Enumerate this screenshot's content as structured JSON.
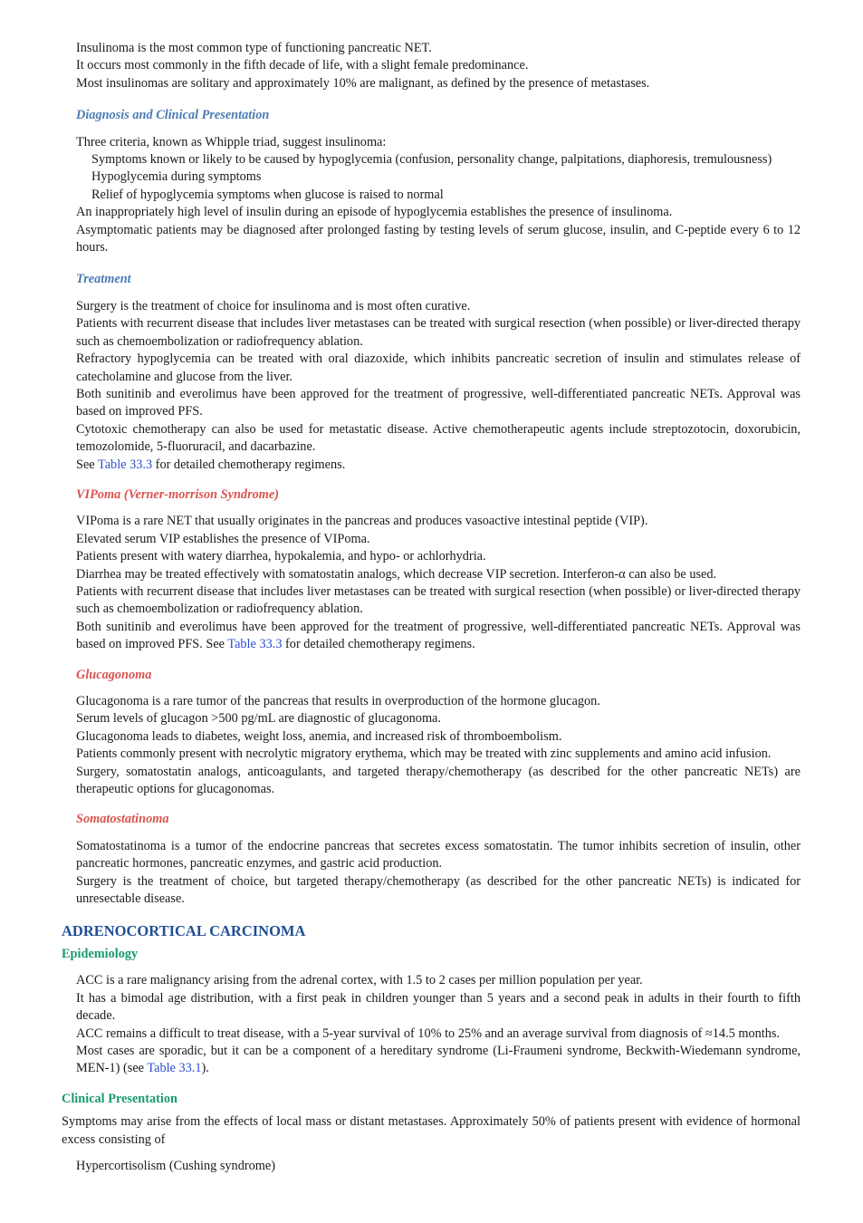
{
  "insulinoma": {
    "intro": [
      "Insulinoma is the most common type of functioning pancreatic NET.",
      "It occurs most commonly in the fifth decade of life, with a slight female predominance.",
      "Most insulinomas are solitary and approximately 10% are malignant, as defined by the presence of metastases."
    ],
    "diag_heading": "Diagnosis and Clinical Presentation",
    "diag_lead": "Three criteria, known as Whipple triad, suggest insulinoma:",
    "triad": [
      "Symptoms known or likely to be caused by hypoglycemia (confusion, personality change, palpitations, diaphoresis, tremulousness)",
      "Hypoglycemia during symptoms",
      "Relief of hypoglycemia symptoms when glucose is raised to normal"
    ],
    "diag_after": [
      "An inappropriately high level of insulin during an episode of hypoglycemia establishes the presence of insulinoma.",
      "Asymptomatic patients may be diagnosed after prolonged fasting by testing levels of serum glucose, insulin, and C-peptide every 6 to 12 hours."
    ],
    "treat_heading": "Treatment",
    "treat": [
      "Surgery is the treatment of choice for insulinoma and is most often curative.",
      "Patients with recurrent disease that includes liver metastases can be treated with surgical resection (when possible) or liver-directed therapy such as chemoembolization or radiofrequency ablation.",
      "Refractory hypoglycemia can be treated with oral diazoxide, which inhibits pancreatic secretion of insulin and stimulates release of catecholamine and glucose from the liver.",
      "Both sunitinib and everolimus have been approved for the treatment of progressive, well-differentiated pancreatic NETs. Approval was based on improved PFS.",
      "Cytotoxic chemotherapy can also be used for metastatic disease. Active chemotherapeutic agents include streptozotocin, doxorubicin, temozolomide, 5-fluoruracil, and dacarbazine."
    ],
    "see_pre": "See ",
    "see_link": "Table 33.3",
    "see_post": " for detailed chemotherapy regimens."
  },
  "vipoma": {
    "heading": "VIPoma (Verner-morrison Syndrome)",
    "lines": [
      "VIPoma is a rare NET that usually originates in the pancreas and produces vasoactive intestinal peptide (VIP).",
      "Elevated serum VIP establishes the presence of VIPoma.",
      "Patients present with watery diarrhea, hypokalemia, and hypo- or achlorhydria.",
      "Diarrhea may be treated effectively with somatostatin analogs, which decrease VIP secretion. Interferon-α can also be used.",
      "Patients with recurrent disease that includes liver metastases can be treated with surgical resection (when possible) or liver-directed therapy such as chemoembolization or radiofrequency ablation."
    ],
    "last_pre": "Both sunitinib and everolimus have been approved for the treatment of progressive, well-differentiated pancreatic NETs. Approval was based on improved PFS. See ",
    "last_link": "Table 33.3",
    "last_post": " for detailed chemotherapy regimens."
  },
  "glucagonoma": {
    "heading": "Glucagonoma",
    "lines": [
      "Glucagonoma is a rare tumor of the pancreas that results in overproduction of the hormone glucagon.",
      "Serum levels of glucagon >500 pg/mL are diagnostic of glucagonoma.",
      "Glucagonoma leads to diabetes, weight loss, anemia, and increased risk of thromboembolism.",
      "Patients commonly present with necrolytic migratory erythema, which may be treated with zinc supplements and amino acid infusion.",
      "Surgery, somatostatin analogs, anticoagulants, and targeted therapy/chemotherapy (as described for the other pancreatic NETs) are therapeutic options for glucagonomas."
    ]
  },
  "somatostatinoma": {
    "heading": "Somatostatinoma",
    "lines": [
      "Somatostatinoma is a tumor of the endocrine pancreas that secretes excess somatostatin. The tumor inhibits secretion of insulin, other pancreatic hormones, pancreatic enzymes, and gastric acid production.",
      "Surgery is the treatment of choice, but targeted therapy/chemotherapy (as described for the other pancreatic NETs) is indicated for unresectable disease."
    ]
  },
  "acc": {
    "heading": "ADRENOCORTICAL CARCINOMA",
    "epi_heading": "Epidemiology",
    "epi": [
      "ACC is a rare malignancy arising from the adrenal cortex, with 1.5 to 2 cases per million population per year.",
      "It has a bimodal age distribution, with a first peak in children younger than 5 years and a second peak in adults in their fourth to fifth decade.",
      "ACC remains a difficult to treat disease, with a 5-year survival of 10% to 25% and an average survival from diagnosis of ≈14.5 months."
    ],
    "epi_last_pre": "Most cases are sporadic, but it can be a component of a hereditary syndrome (Li-Fraumeni syndrome, Beckwith-Wiedemann syndrome, MEN-1) (see ",
    "epi_last_link": "Table 33.1",
    "epi_last_post": ").",
    "clin_heading": "Clinical Presentation",
    "clin_text": "Symptoms may arise from the effects of local mass or distant metastases. Approximately 50% of patients present with evidence of hormonal excess consisting of",
    "clin_item": "Hypercortisolism (Cushing syndrome)"
  }
}
